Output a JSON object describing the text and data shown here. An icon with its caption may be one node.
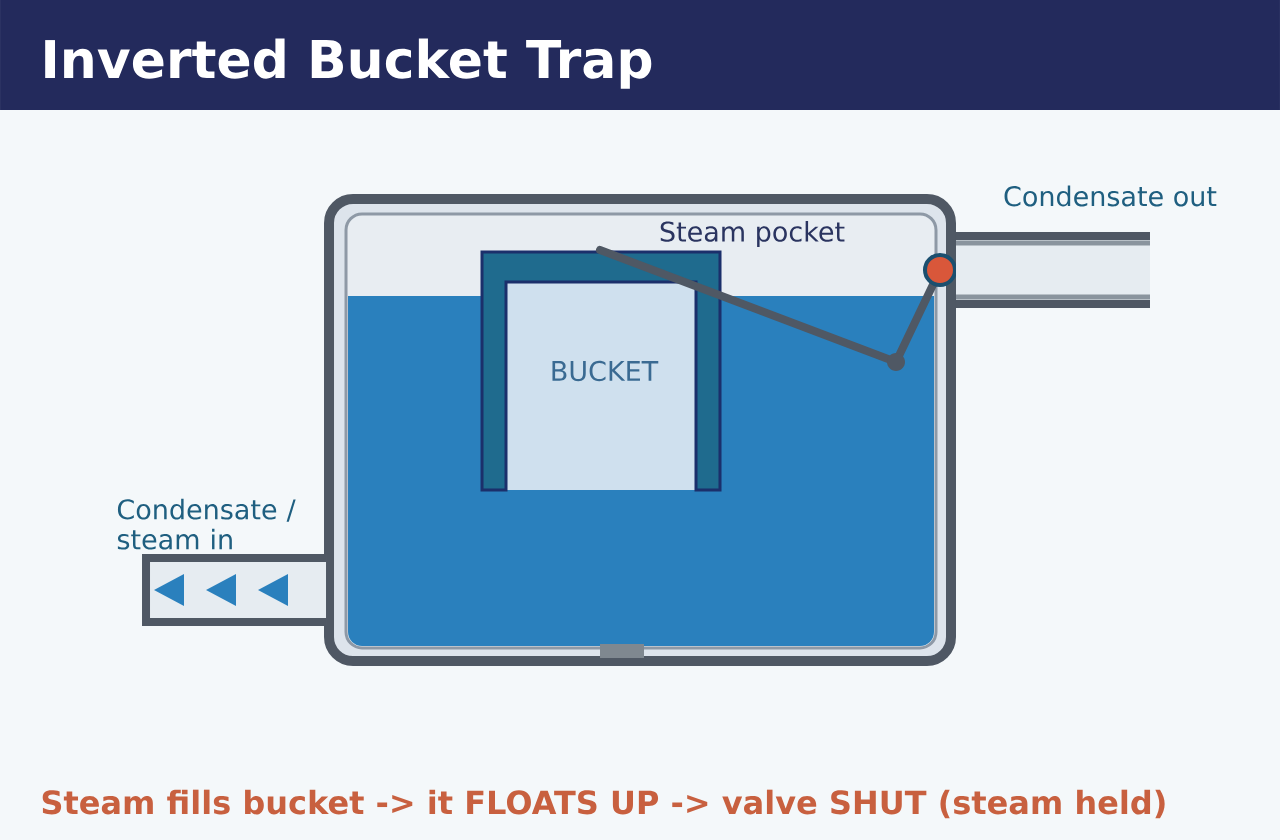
{
  "diagram": {
    "title": "Inverted Bucket Trap",
    "caption": "Steam fills bucket -> it FLOATS UP -> valve SHUT (steam held)",
    "nodes": [
      {
        "text": [
          "BUCKET"
        ]
      }
    ],
    "labels": [
      "Condensate out",
      "Steam pocket",
      "Condensate / steam in"
    ]
  }
}
